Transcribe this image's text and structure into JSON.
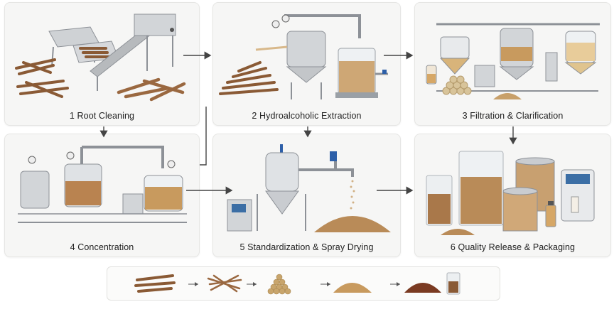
{
  "steps": [
    {
      "label": "1 Root Cleaning"
    },
    {
      "label": "2 Hydroalcoholic Extraction"
    },
    {
      "label": "3 Filtration & Clarification"
    },
    {
      "label": "4 Concentration"
    },
    {
      "label": "5 Standardization & Spray Drying"
    },
    {
      "label": "6 Quality Release & Packaging"
    }
  ],
  "colors": {
    "steel": "#c9ccd0",
    "steel_dark": "#8d9197",
    "root": "#8a5a35",
    "extract": "#c89a5e",
    "powder": "#b98b58",
    "arrow": "#444444"
  }
}
